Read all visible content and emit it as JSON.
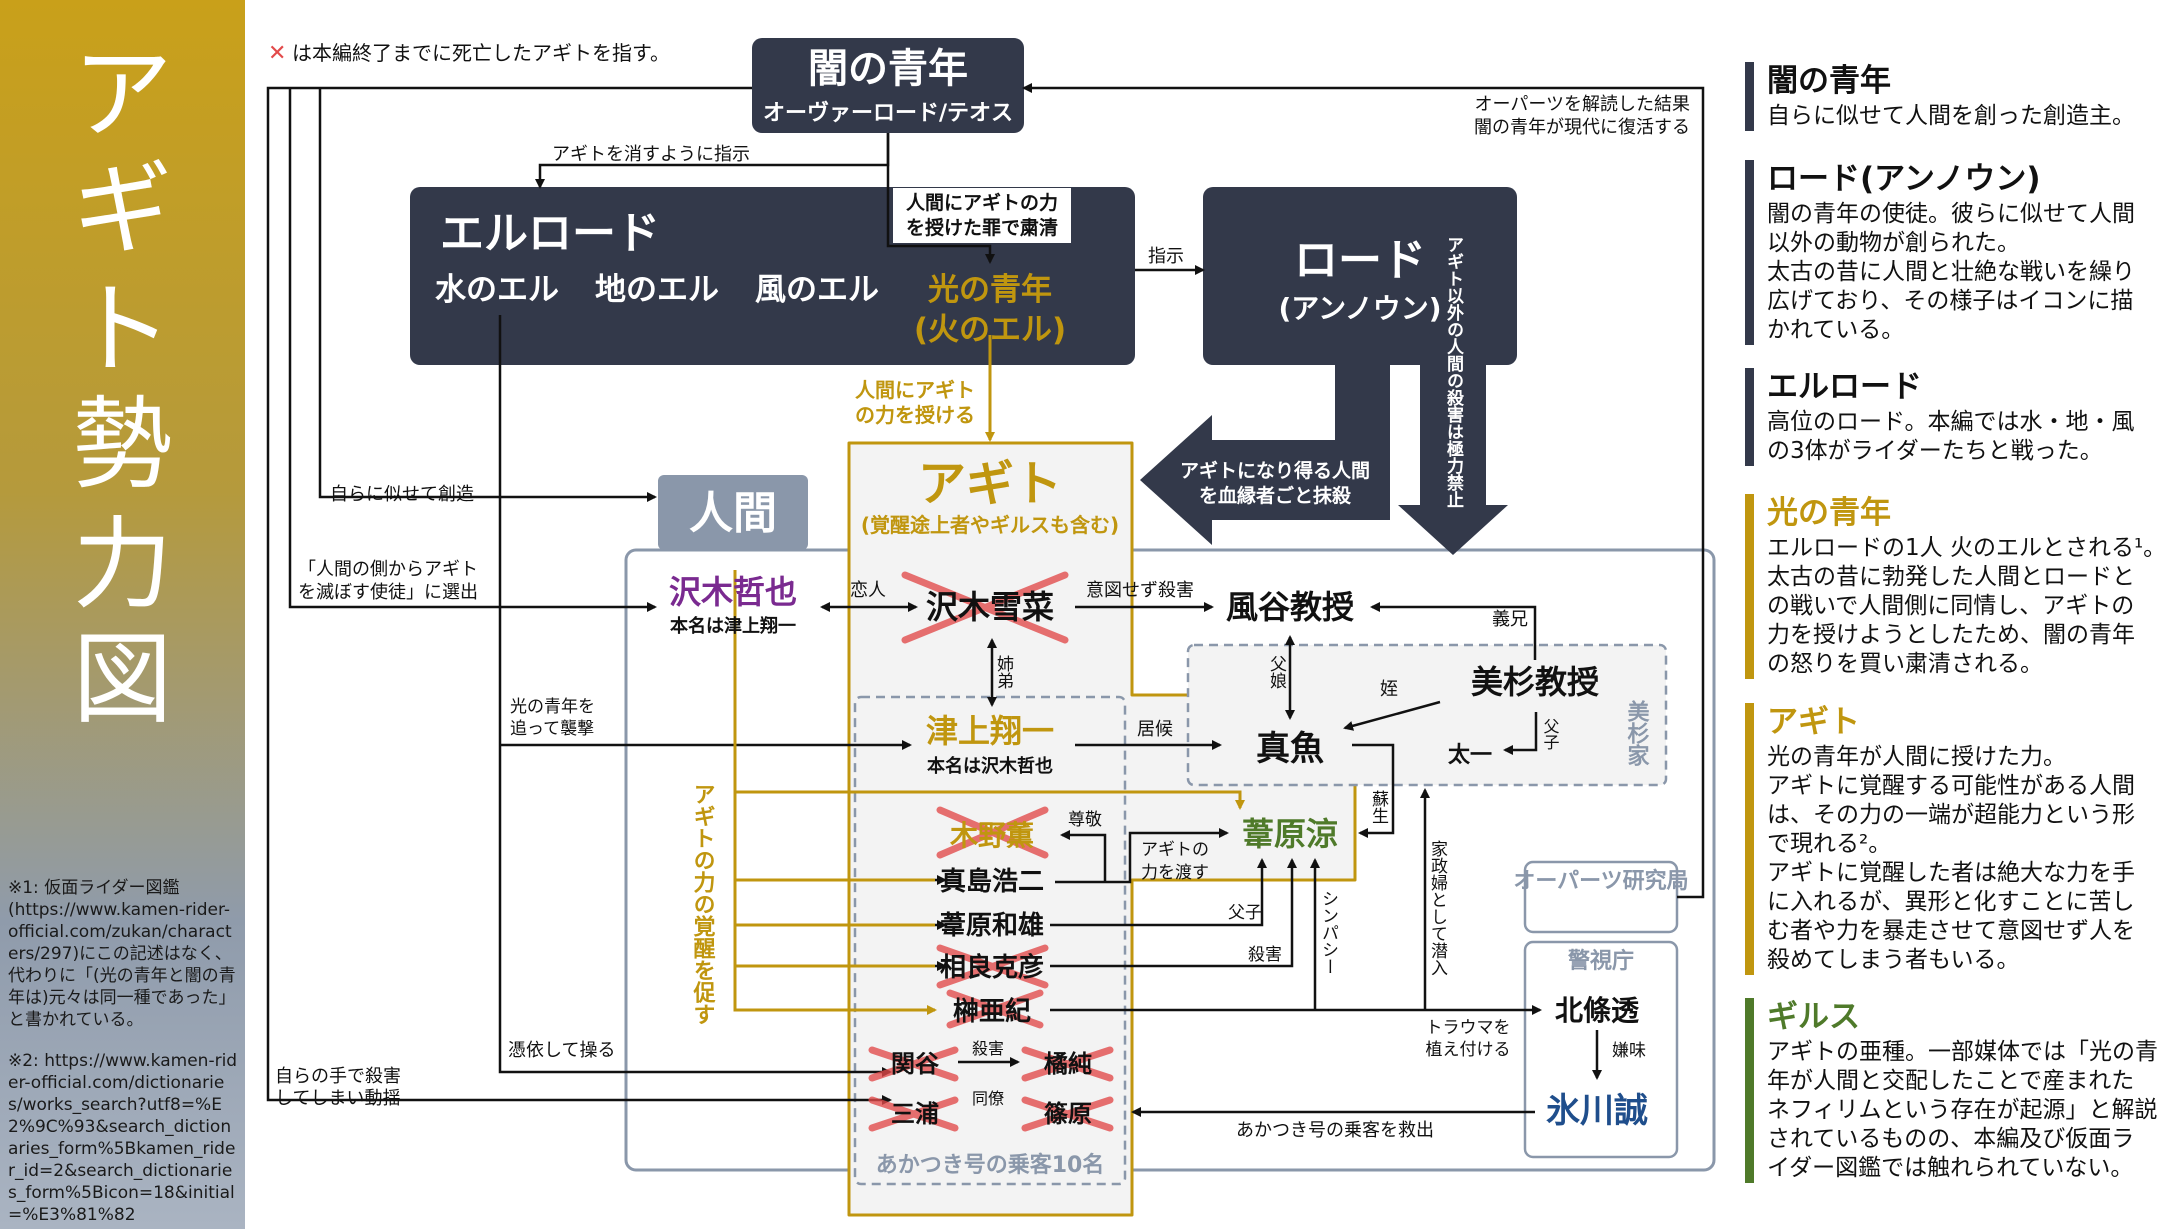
{
  "title_chars": [
    "ア",
    "ギ",
    "ト",
    "勢",
    "力",
    "図"
  ],
  "footnotes": {
    "note1": "※1: 仮面ライダー図鑑\n(https://www.kamen-rider-official.com/zukan/characters/297)にこの記述はなく、代わりに「(光の青年と闇の青年は)元々は同一種であった」と書かれている。",
    "note2": "※2: https://www.kamen-rider-official.com/dictionaries/works_search?utf8=%E2%9C%93&search_dictionaries_form%5Bkamen_rider_id=2&search_dictionaries_form%5Bicon=18&initial=%E3%81%82"
  },
  "death_note": {
    "mark": "✕",
    "text": "は本編終了までに死亡したアギトを指す。"
  },
  "boxes": {
    "yami": {
      "name": "闇の青年",
      "sub": "オーヴァーロード/テオス"
    },
    "elord": {
      "name": "エルロード",
      "members": [
        "水のエル",
        "地のエル",
        "風のエル"
      ],
      "hikari": "光の青年",
      "hikari_sub": "(火のエル)"
    },
    "lord": {
      "name": "ロード",
      "sub": "(アンノウン)"
    },
    "ningen": "人間",
    "agito": {
      "name": "アギト",
      "sub": "(覚醒途上者やギルスも含む)"
    },
    "misugi_family": "美杉家",
    "parts_lab": "オーパーツ研究局",
    "police": "警視庁",
    "akatsuki": "あかつき号の乗客10名"
  },
  "people": {
    "sawaki_tetsuya": "沢木哲也",
    "sawaki_sub": "本名は津上翔一",
    "sawaki_yukina": "沢木雪菜",
    "kazaya": "風谷教授",
    "misugi": "美杉教授",
    "taichi": "太一",
    "mana": "真魚",
    "tsugami": "津上翔一",
    "tsugami_sub": "本名は沢木哲也",
    "kino": "木野薫",
    "mashima": "真島浩二",
    "ashihara_ryo": "葦原涼",
    "ashihara_kazuo": "葦原和雄",
    "sagara": "相良克彦",
    "sakaki": "榊亜紀",
    "sekiya": "関谷",
    "tachibana": "橘純",
    "miura": "三浦",
    "shinohara": "篠原",
    "hojo": "北條透",
    "hikawa": "氷川誠"
  },
  "labels": {
    "erase_agito": "アギトを消すように指示",
    "punish_1": "人間にアギトの力",
    "punish_2": "を授けた罪で粛清",
    "shiji": "指示",
    "revive_1": "オーパーツを解読した結果",
    "revive_2": "闇の青年が現代に復活する",
    "give_power_1": "人間にアギト",
    "give_power_2": "の力を授ける",
    "massacre_1": "アギトになり得る人間",
    "massacre_2": "を血縁者ごと抹殺",
    "restrain": "アギト以外の人間の殺害は極力禁止",
    "create": "自らに似せて創造",
    "select_1": "「人間の側からアギト",
    "select_2": "を滅ぼす使徒」に選出",
    "lover": "恋人",
    "kill_unintended": "意図せず殺害",
    "gikei": "義兄",
    "shitei": "姉弟",
    "chichimusume": "父娘",
    "mei": "姪",
    "fushi": "父子",
    "attack_1": "光の青年を",
    "attack_2": "追って襲撃",
    "isourou": "居候",
    "sonkei": "尊敬",
    "give_agito_1": "アギトの",
    "give_agito_2": "力を渡す",
    "sosei": "蘇生",
    "awaken": "アギトの力の覚醒を促す",
    "fushi2": "父子",
    "satsugai": "殺害",
    "sympathy": "シンパシー",
    "housekeeper": "家政婦として潜入",
    "trauma_1": "トラウマを",
    "trauma_2": "植え付ける",
    "iyami": "嫌味",
    "possess": "憑依して操る",
    "self_kill_1": "自らの手で殺害",
    "self_kill_2": "してしまい動揺",
    "satsugai2": "殺害",
    "douryou": "同僚",
    "rescue": "あかつき号の乗客を救出"
  },
  "legend": [
    {
      "head": "闇の青年",
      "color": "#33394a",
      "body": [
        "自らに似せて人間を創った創造主。"
      ]
    },
    {
      "head": "ロード(アンノウン)",
      "color": "#33394a",
      "body": [
        "闇の青年の使徒。彼らに似せて人間",
        "以外の動物が創られた。",
        "太古の昔に人間と壮絶な戦いを繰り",
        "広げており、その様子はイコンに描",
        "かれている。"
      ]
    },
    {
      "head": "エルロード",
      "color": "#33394a",
      "body": [
        "高位のロード。本編では水・地・風",
        "の3体がライダーたちと戦った。"
      ]
    },
    {
      "head": "光の青年",
      "color": "#c0960f",
      "body": [
        "エルロードの1人 火のエルとされる¹。",
        "太古の昔に勃発した人間とロードと",
        "の戦いで人間側に同情し、アギトの",
        "力を授けようとしたため、闇の青年",
        "の怒りを買い粛清される。"
      ]
    },
    {
      "head": "アギト",
      "color": "#c0960f",
      "body": [
        "光の青年が人間に授けた力。",
        "アギトに覚醒する可能性がある人間",
        "は、その力の一端が超能力という形",
        "で現れる²。",
        "アギトに覚醒した者は絶大な力を手",
        "に入れるが、異形と化すことに苦し",
        "む者や力を暴走させて意図せず人を",
        "殺めてしまう者もいる。"
      ]
    },
    {
      "head": "ギルス",
      "color": "#4f7a2a",
      "body": [
        "アギトの亜種。一部媒体では「光の青",
        "年が人間と交配したことで産まれた",
        "ネフィリムという存在が起源」と解説",
        "されているものの、本編及び仮面ラ",
        "イダー図鑑では触れられていない。"
      ]
    }
  ],
  "colors": {
    "dark": "#33394a",
    "gold": "#c0960f",
    "purple": "#7a2a90",
    "green": "#4f7a2a",
    "blue": "#1f4e8c",
    "cross": "#e24a4a",
    "slate": "#8a97aa"
  }
}
